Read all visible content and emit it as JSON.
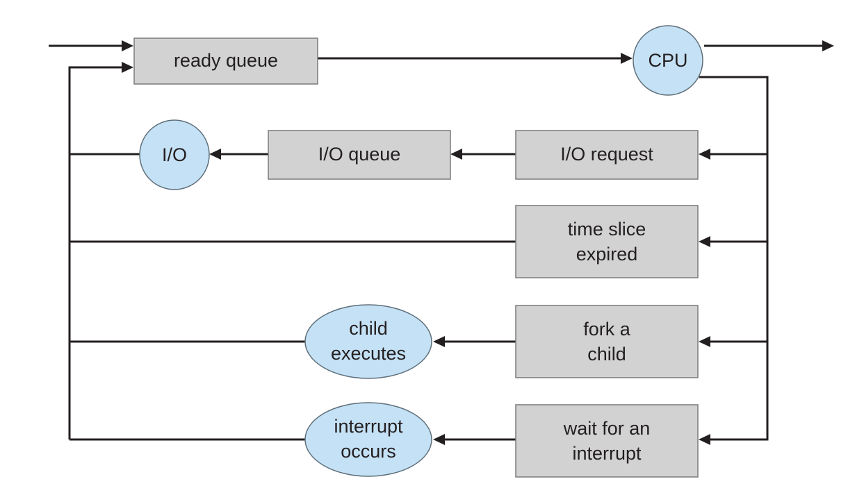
{
  "diagram": {
    "type": "process-scheduling-queueing-diagram",
    "nodes": {
      "ready_queue": "ready queue",
      "cpu": "CPU",
      "io_request": "I/O request",
      "io_queue": "I/O queue",
      "io": "I/O",
      "time_slice_line1": "time slice",
      "time_slice_line2": "expired",
      "fork_line1": "fork a",
      "fork_line2": "child",
      "child_exec_line1": "child",
      "child_exec_line2": "executes",
      "wait_line1": "wait for an",
      "wait_line2": "interrupt",
      "interrupt_line1": "interrupt",
      "interrupt_line2": "occurs"
    },
    "edges": [
      {
        "from": "entry",
        "to": "ready queue"
      },
      {
        "from": "ready queue",
        "to": "CPU"
      },
      {
        "from": "CPU",
        "to": "exit"
      },
      {
        "from": "CPU",
        "to": "I/O request"
      },
      {
        "from": "CPU",
        "to": "time slice expired"
      },
      {
        "from": "CPU",
        "to": "fork a child"
      },
      {
        "from": "CPU",
        "to": "wait for an interrupt"
      },
      {
        "from": "I/O request",
        "to": "I/O queue"
      },
      {
        "from": "I/O queue",
        "to": "I/O"
      },
      {
        "from": "I/O",
        "to": "ready queue"
      },
      {
        "from": "time slice expired",
        "to": "ready queue"
      },
      {
        "from": "fork a child",
        "to": "child executes"
      },
      {
        "from": "child executes",
        "to": "ready queue"
      },
      {
        "from": "wait for an interrupt",
        "to": "interrupt occurs"
      },
      {
        "from": "interrupt occurs",
        "to": "ready queue"
      }
    ],
    "colors": {
      "queue_box_fill": "#d2d2d2",
      "resource_node_fill": "#c5e1f5",
      "line": "#231f20"
    }
  }
}
